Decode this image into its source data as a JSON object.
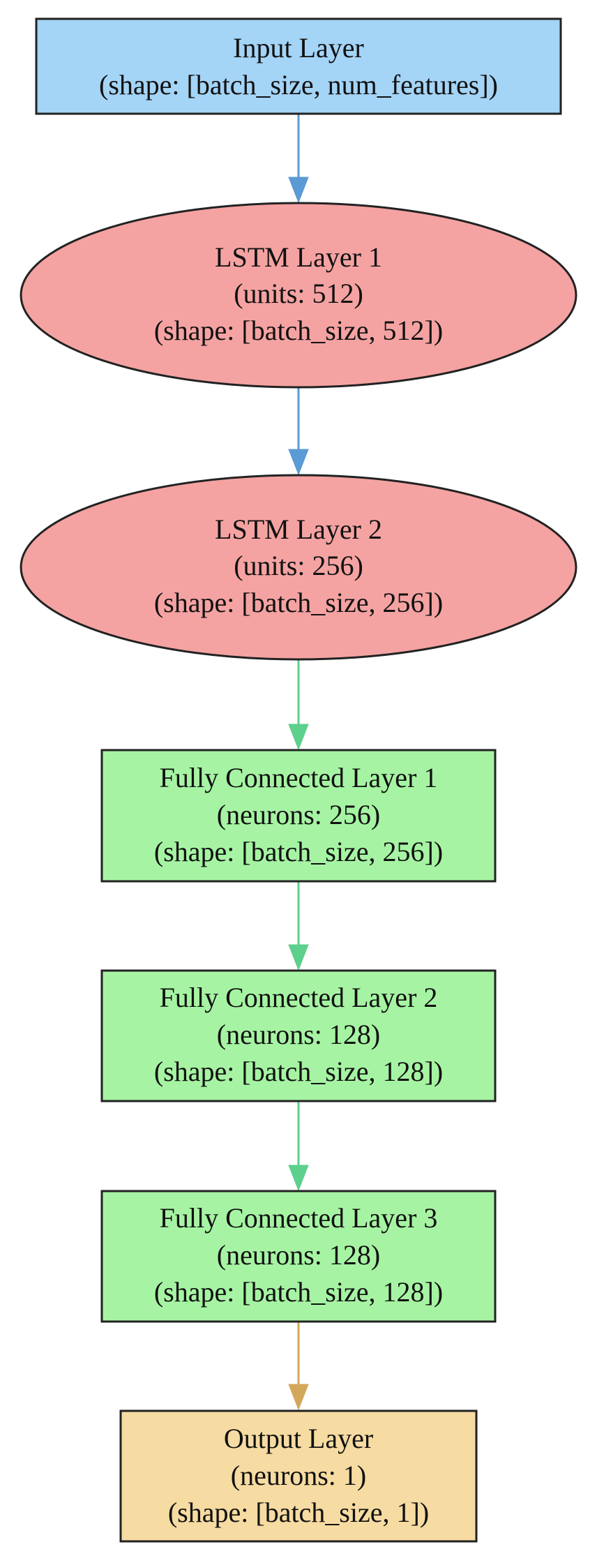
{
  "nodes": [
    {
      "id": "input",
      "shape": "box",
      "fill": "#a4d4f6",
      "lines": [
        "Input Layer",
        "(shape: [batch_size, num_features])"
      ]
    },
    {
      "id": "lstm1",
      "shape": "ellipse",
      "fill": "#f4a3a2",
      "lines": [
        "LSTM Layer 1",
        "(units: 512)",
        "(shape: [batch_size, 512])"
      ]
    },
    {
      "id": "lstm2",
      "shape": "ellipse",
      "fill": "#f4a3a2",
      "lines": [
        "LSTM Layer 2",
        "(units: 256)",
        "(shape: [batch_size, 256])"
      ]
    },
    {
      "id": "fc1",
      "shape": "box",
      "fill": "#a6f4a3",
      "lines": [
        "Fully Connected Layer 1",
        "(neurons: 256)",
        "(shape: [batch_size, 256])"
      ]
    },
    {
      "id": "fc2",
      "shape": "box",
      "fill": "#a6f4a3",
      "lines": [
        "Fully Connected Layer 2",
        "(neurons: 128)",
        "(shape: [batch_size, 128])"
      ]
    },
    {
      "id": "fc3",
      "shape": "box",
      "fill": "#a6f4a3",
      "lines": [
        "Fully Connected Layer 3",
        "(neurons: 128)",
        "(shape: [batch_size, 128])"
      ]
    },
    {
      "id": "output",
      "shape": "box",
      "fill": "#f6dba2",
      "lines": [
        "Output Layer",
        "(neurons: 1)",
        "(shape: [batch_size, 1])"
      ]
    }
  ],
  "edges": [
    {
      "from": "input",
      "to": "lstm1",
      "color": "#5b9bd5"
    },
    {
      "from": "lstm1",
      "to": "lstm2",
      "color": "#5b9bd5"
    },
    {
      "from": "lstm2",
      "to": "fc1",
      "color": "#5cd08c"
    },
    {
      "from": "fc1",
      "to": "fc2",
      "color": "#5cd08c"
    },
    {
      "from": "fc2",
      "to": "fc3",
      "color": "#5cd08c"
    },
    {
      "from": "fc3",
      "to": "output",
      "color": "#d4a85a"
    }
  ]
}
